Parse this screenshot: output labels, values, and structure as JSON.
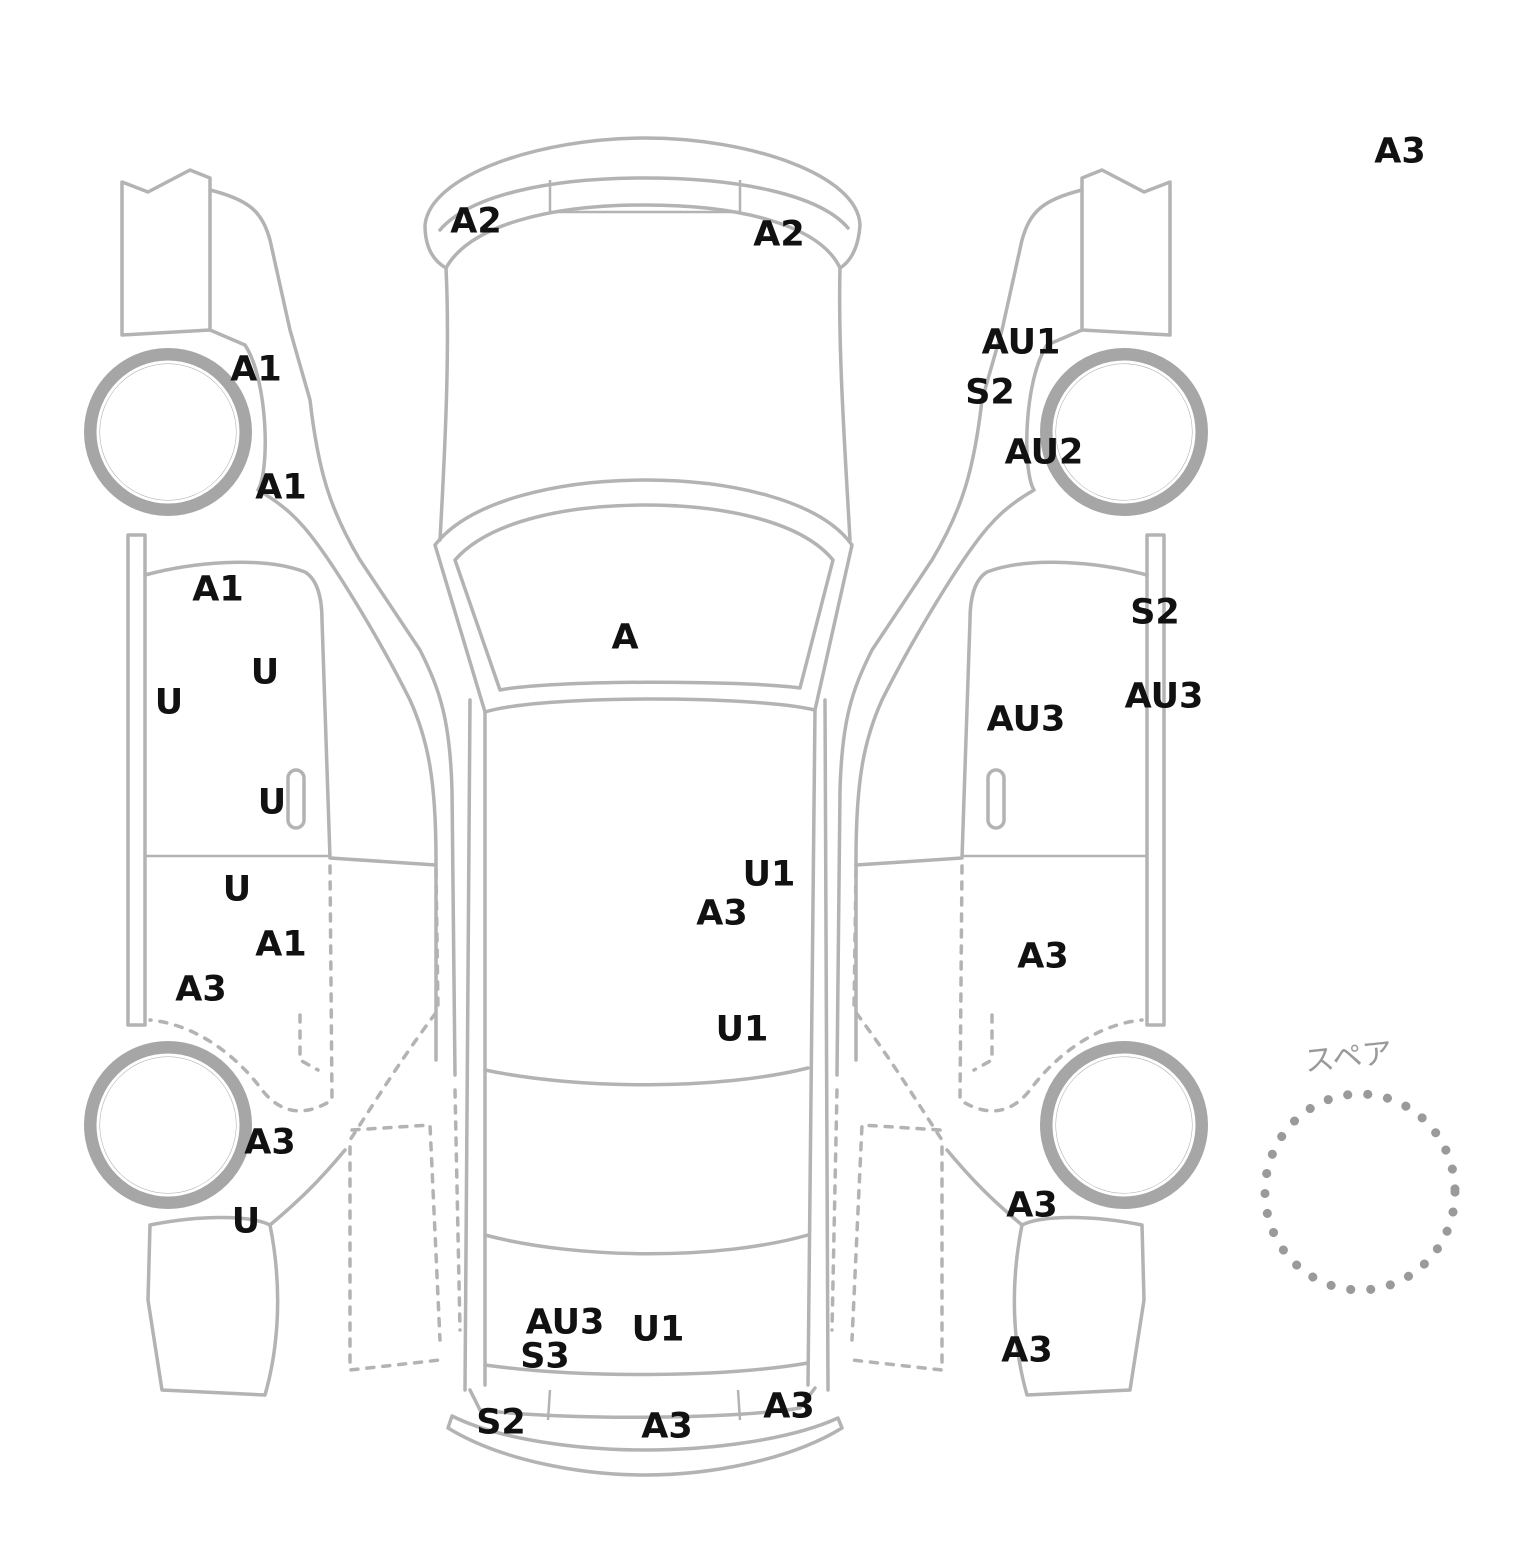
{
  "spare_label": "スペア",
  "marks": [
    {
      "id": "corner",
      "text": "A3"
    },
    {
      "id": "left-front-fender-1",
      "text": "A1"
    },
    {
      "id": "left-front-fender-2",
      "text": "A1"
    },
    {
      "id": "left-front-door-1",
      "text": "A1"
    },
    {
      "id": "left-front-door-2",
      "text": "U"
    },
    {
      "id": "left-front-door-3",
      "text": "U"
    },
    {
      "id": "left-front-door-4",
      "text": "U"
    },
    {
      "id": "left-rear-door-1",
      "text": "U"
    },
    {
      "id": "left-rear-door-2",
      "text": "A1"
    },
    {
      "id": "left-rear-door-3",
      "text": "A3"
    },
    {
      "id": "left-rear-fender-1",
      "text": "A3"
    },
    {
      "id": "left-rear-fender-2",
      "text": "U"
    },
    {
      "id": "front-bumper-left",
      "text": "A2"
    },
    {
      "id": "front-bumper-right",
      "text": "A2"
    },
    {
      "id": "windshield",
      "text": "A"
    },
    {
      "id": "roof-1",
      "text": "U1"
    },
    {
      "id": "roof-2",
      "text": "A3"
    },
    {
      "id": "roof-3",
      "text": "U1"
    },
    {
      "id": "trunk-1",
      "text": "AU3"
    },
    {
      "id": "trunk-2",
      "text": "S3"
    },
    {
      "id": "trunk-3",
      "text": "U1"
    },
    {
      "id": "rear-bumper-1",
      "text": "S2"
    },
    {
      "id": "rear-bumper-2",
      "text": "A3"
    },
    {
      "id": "rear-bumper-3",
      "text": "A3"
    },
    {
      "id": "right-front-fender-1",
      "text": "AU1"
    },
    {
      "id": "right-front-fender-2",
      "text": "S2"
    },
    {
      "id": "right-front-fender-3",
      "text": "AU2"
    },
    {
      "id": "right-front-door-1",
      "text": "S2"
    },
    {
      "id": "right-front-door-2",
      "text": "AU3"
    },
    {
      "id": "right-front-door-3",
      "text": "AU3"
    },
    {
      "id": "right-rear-door-1",
      "text": "A3"
    },
    {
      "id": "right-rear-fender-1",
      "text": "A3"
    },
    {
      "id": "right-rear-fender-2",
      "text": "A3"
    }
  ]
}
